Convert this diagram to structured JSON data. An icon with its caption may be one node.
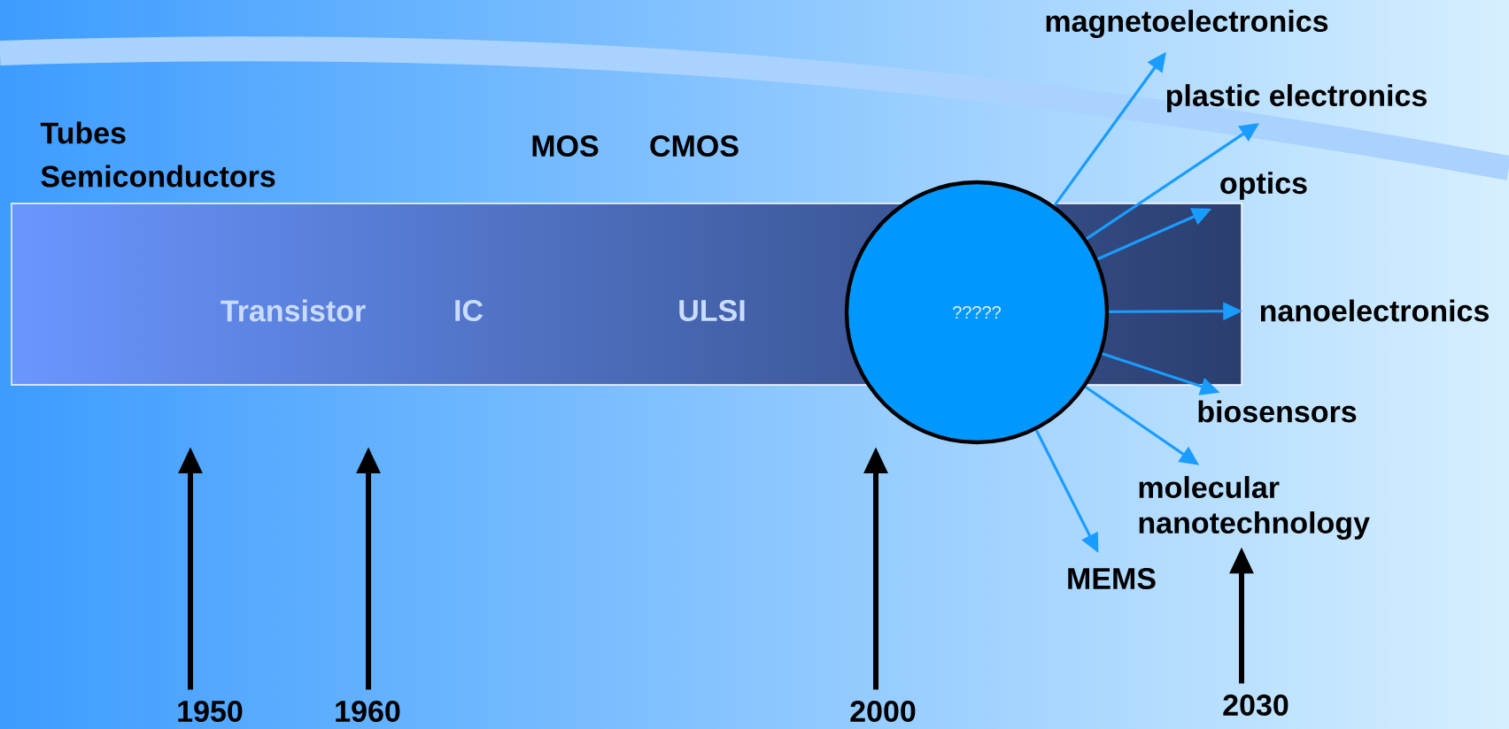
{
  "diagram": {
    "nodes": [
      {
        "text": [
          "?????"
        ]
      },
      {
        "text": [
          "magnetoelectronics"
        ]
      },
      {
        "text": [
          "plastic electronics"
        ]
      },
      {
        "text": [
          "optics"
        ]
      },
      {
        "text": [
          "nanoelectronics"
        ]
      },
      {
        "text": [
          "biosensors"
        ]
      },
      {
        "text": [
          "molecular nanotechnology"
        ]
      },
      {
        "text": [
          "MEMS"
        ]
      },
      {
        "text": [
          "1950"
        ]
      },
      {
        "text": [
          "1960"
        ]
      },
      {
        "text": [
          "2000"
        ]
      },
      {
        "text": [
          "2030"
        ]
      }
    ],
    "edges": [
      {
        "from": 0,
        "to": 1,
        "arrow": "to"
      },
      {
        "from": 0,
        "to": 2,
        "arrow": "to"
      },
      {
        "from": 0,
        "to": 3,
        "arrow": "to"
      },
      {
        "from": 0,
        "to": 4,
        "arrow": "to"
      },
      {
        "from": 0,
        "to": 5,
        "arrow": "to"
      },
      {
        "from": 0,
        "to": 6,
        "arrow": "to"
      },
      {
        "from": 0,
        "to": 7,
        "arrow": "to"
      },
      {
        "from": 8,
        "to": null,
        "arrow": "to",
        "style": "thick",
        "color": "#000000"
      },
      {
        "from": 9,
        "to": null,
        "arrow": "to",
        "style": "thick",
        "color": "#000000"
      },
      {
        "from": 10,
        "to": null,
        "arrow": "to",
        "style": "thick",
        "color": "#000000"
      },
      {
        "from": 11,
        "to": 6,
        "arrow": "to",
        "style": "thick",
        "color": "#000000"
      }
    ],
    "labels": [
      "Tubes",
      "Semiconductors",
      "MOS",
      "CMOS",
      "Transistor",
      "IC",
      "ULSI"
    ]
  }
}
